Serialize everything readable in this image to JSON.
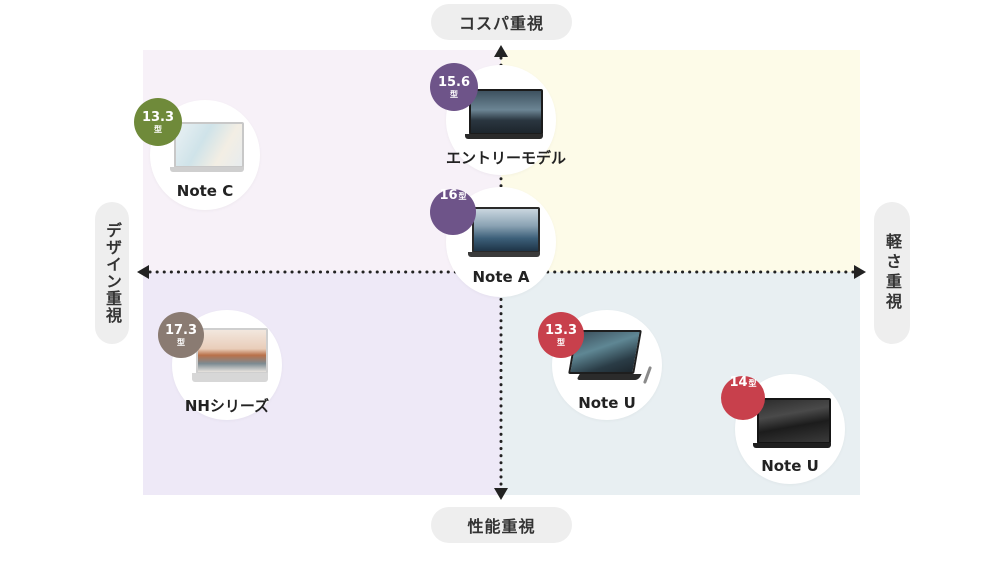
{
  "axes": {
    "top": "コスパ重視",
    "bottom": "性能重視",
    "left": "デザイン重視",
    "right": "軽さ重視"
  },
  "colors": {
    "quadrant_top_left": "#f7f1f8",
    "quadrant_top_right": "#fdfbe8",
    "quadrant_bottom_left": "#eee9f7",
    "quadrant_bottom_right": "#e8eff2",
    "badge_green": "#6f8a3a",
    "badge_purple": "#6e5489",
    "badge_taupe": "#8a7b72",
    "badge_red": "#c8404c"
  },
  "products": [
    {
      "name": "エントリーモデル",
      "size": "15.6",
      "unit": "型",
      "badge_color": "badge-purple",
      "image": "laptop-dark-mountain"
    },
    {
      "name": "Note C",
      "size": "13.3",
      "unit": "型",
      "badge_color": "badge-green",
      "image": "laptop-silver-pastel"
    },
    {
      "name": "Note A",
      "size": "16",
      "unit": "型",
      "badge_color": "badge-purple",
      "image": "laptop-dark-waves"
    },
    {
      "name": "NHシリーズ",
      "size": "17.3",
      "unit": "型",
      "badge_color": "badge-taupe",
      "image": "laptop-silver-beach"
    },
    {
      "name": "Note U",
      "size": "13.3",
      "unit": "型",
      "badge_color": "badge-red",
      "image": "laptop-convertible-lake"
    },
    {
      "name": "Note U",
      "size": "14",
      "unit": "型",
      "badge_color": "badge-red",
      "image": "laptop-dark-dunes"
    }
  ]
}
